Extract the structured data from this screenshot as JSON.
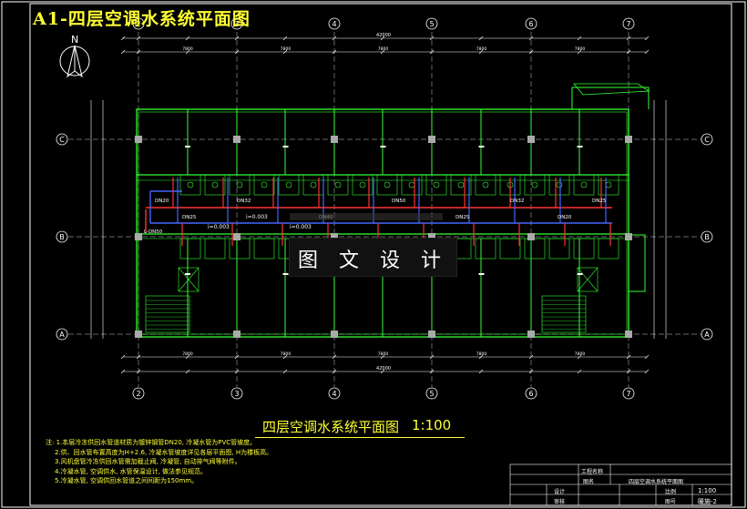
{
  "sheet_title": "A1-四层空调水系统平面图",
  "north_label": "N",
  "overlay_text": "图 文 设 计",
  "caption": {
    "title": "四层空调水系统平面图",
    "scale": "1:100"
  },
  "grid_columns": [
    "2",
    "3",
    "4",
    "5",
    "6",
    "7"
  ],
  "grid_rows": [
    "C",
    "B",
    "A"
  ],
  "overall_dimension": "42000",
  "bay_dimension": "7800",
  "pipe_labels": [
    "DN20",
    "DN25",
    "DN32",
    "DN40",
    "DN50",
    "DN25",
    "DN32",
    "DN20",
    "DN25"
  ],
  "slope_labels": [
    "i=0.003",
    "i=0.003",
    "i=0.003"
  ],
  "riser_label": "L-DN50",
  "notes": [
    "注: 1.本层冷冻供回水管道材质为镀锌钢管DN20, 冷凝水管为PVC管坡度。",
    "2.供、回水管布置高度为H+2.6, 冷凝水管坡度详见各层平面图, H为楼板高。",
    "3.风机盘管冷冻供回水管需加截止阀, 冷凝管, 自动排气阀等附件。",
    "4.冷凝水管, 空调供水, 水管保温设计, 做法参见规范。",
    "5.冷凝水管, 空调供回水管道之间间距为150mm。"
  ],
  "title_block": {
    "project_label": "工程名称",
    "drawing_label": "图名",
    "drawing_name": "四层空调水系统平面图",
    "design_label": "设计",
    "check_label": "审核",
    "scale_label": "比例",
    "scale_value": "1:100",
    "number_label": "图号",
    "number_value": "暖施-2"
  },
  "colors": {
    "wall": "#33ff33",
    "supply_pipe": "#ff3333",
    "return_pipe": "#4466ff",
    "text": "#ffff33",
    "background": "#000000"
  }
}
